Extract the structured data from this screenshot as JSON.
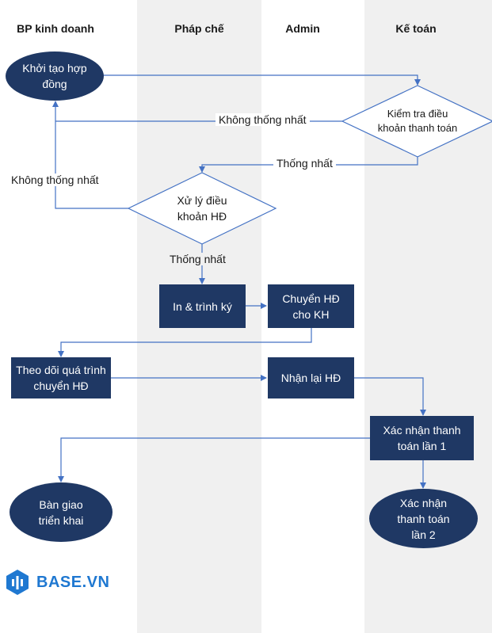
{
  "lanes": {
    "sales": "BP kinh doanh",
    "legal": "Pháp chế",
    "admin": "Admin",
    "accounting": "Kế toán"
  },
  "nodes": {
    "create_contract": "Khởi tạo hợp đồng",
    "check_payment_terms": "Kiểm tra điều khoản thanh toán",
    "process_terms": "Xử lý điều khoản HĐ",
    "print_sign": "In & trình ký",
    "send_to_customer": "Chuyển HĐ cho KH",
    "track_transfer": "Theo dõi quá trình chuyển HĐ",
    "receive_back": "Nhận lại HĐ",
    "confirm_payment_1": "Xác nhận thanh toán lần 1",
    "handover": "Bàn giao triển khai",
    "confirm_payment_2": "Xác nhận thanh toán lần 2"
  },
  "edge_labels": {
    "disagree_1": "Không thống nhất",
    "agree_1": "Thống nhất",
    "disagree_2": "Không thống nhất",
    "agree_2": "Thống nhất"
  },
  "logo": {
    "text": "BASE.VN",
    "icon": "base-logo-icon"
  },
  "colors": {
    "node_fill": "#1f3864",
    "arrow": "#4472c4",
    "lane_shade": "#f0f0f0",
    "brand": "#1f78d1"
  }
}
